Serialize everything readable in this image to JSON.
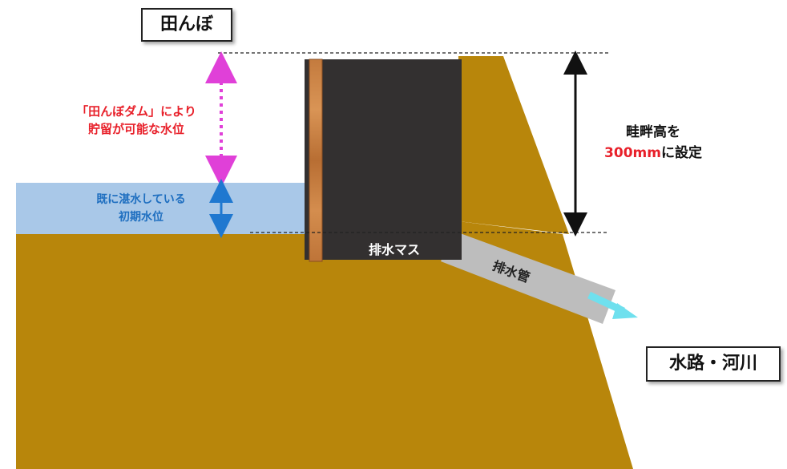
{
  "labels": {
    "paddy": "田んぼ",
    "waterway": "水路・河川",
    "dam_line1": "「田んぼダム」により",
    "dam_line2": "貯留が可能な水位",
    "initial_line1": "既に湛水している",
    "initial_line2": "初期水位",
    "levee_line1": "畦畔高を",
    "levee_value": "300mm",
    "levee_suffix": "に設定",
    "drain_box": "排水マス",
    "drain_pipe": "排水管"
  },
  "colors": {
    "soil": "#B8860B",
    "water": "#A9C8E8",
    "box": "#333030",
    "board": "#C97B3C",
    "pipe": "#BDBDBD",
    "flow_arrow": "#6FE0EE",
    "dam_text": "#E8202A",
    "dam_arrow": "#E040D8",
    "initial_text": "#1F6FC0",
    "initial_arrow": "#1F78D0",
    "levee_value": "#E8202A"
  }
}
